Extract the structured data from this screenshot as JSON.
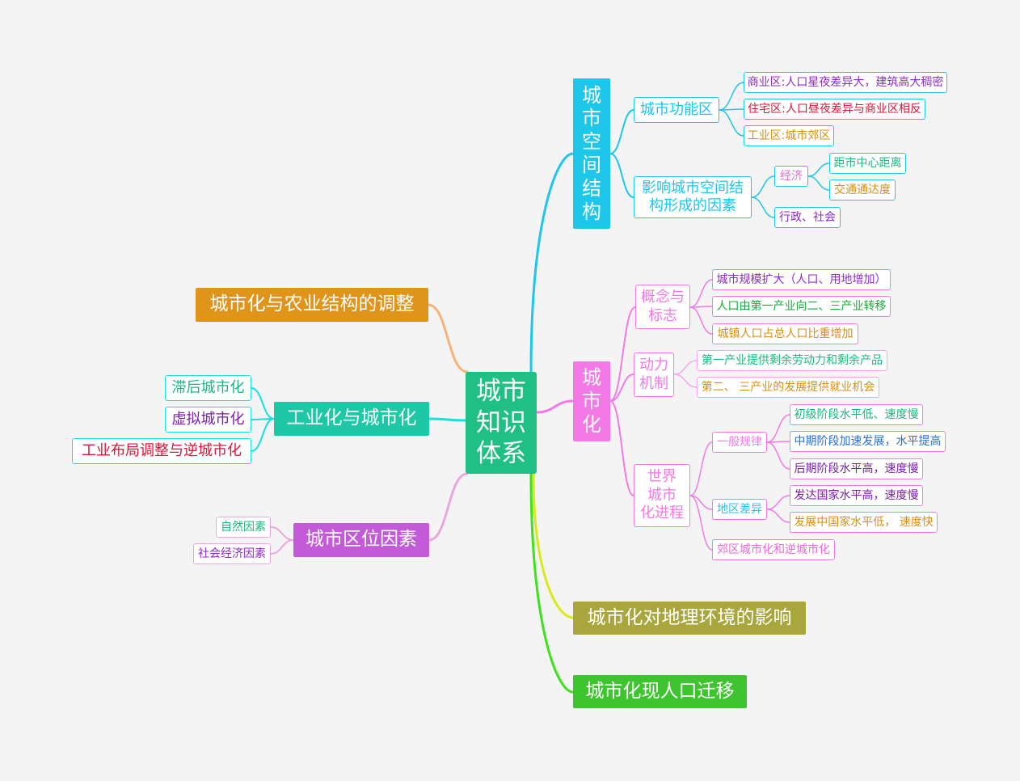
{
  "root": {
    "label": "城市\n知识\n体系",
    "color": "#1fbf86"
  },
  "spatial": {
    "label": "城市\n空间\n结构",
    "color": "#1ec6ea",
    "function_zone": {
      "label": "城市功能区",
      "color": "#1ec6ea",
      "commercial": {
        "label": "商业区:人口星夜差异大，建筑高大稠密",
        "color": "#8e2cc8"
      },
      "residential": {
        "label": "住宅区:人口昼夜差异与商业区相反",
        "color": "#d6183b"
      },
      "industrial": {
        "label": "工业区:城市郊区",
        "color": "#d98f10"
      }
    },
    "factors": {
      "label": "影响城市空间结构形成的因素",
      "color": "#1ec6ea",
      "economy": {
        "label": "经济",
        "color": "#e86ad6",
        "distance": {
          "label": "距市中心距离",
          "color": "#1ab87e"
        },
        "traffic": {
          "label": "交通通达度",
          "color": "#d98f10"
        }
      },
      "admin": {
        "label": "行政、社会",
        "color": "#8e2cc8"
      }
    }
  },
  "urbanization": {
    "label": "城\n市\n化",
    "color": "#f279e6",
    "concept": {
      "label": "概念与\n标志",
      "color": "#f279e6",
      "items": [
        {
          "label": "城市规模扩大（人口、用地增加）",
          "color": "#8e2cc8"
        },
        {
          "label": "人口由第一产业向二、三产业转移",
          "color": "#1aa83a"
        },
        {
          "label": "城镇人口占总人口比重增加",
          "color": "#d98f10"
        }
      ]
    },
    "mechanism": {
      "label": "动力\n机制",
      "color": "#f279e6",
      "items": [
        {
          "label": "第一产业提供剩余劳动力和剩余产品",
          "color": "#1ab87e"
        },
        {
          "label": "第二、 三产业的发展提供就业机会",
          "color": "#d98f10"
        }
      ]
    },
    "world": {
      "label": "世界\n城市\n化进程",
      "color": "#f279e6",
      "general": {
        "label": "一般规律",
        "color": "#f279e6",
        "items": [
          {
            "label": "初级阶段水平低、速度慢",
            "color": "#1ab87e"
          },
          {
            "label": "中期阶段加速发展，水平提高",
            "color": "#2a6fd6"
          },
          {
            "label": "后期阶段水平高，速度慢",
            "color": "#7a1fa8"
          }
        ]
      },
      "regional": {
        "label": "地区差异",
        "color": "#1ec6ea",
        "items": [
          {
            "label": "发达国家水平高，速度慢",
            "color": "#7a1fa8"
          },
          {
            "label": "发展中国家水平低， 速度快",
            "color": "#d98f10"
          }
        ]
      },
      "suburban": {
        "label": "郊区城市化和逆城市化",
        "color": "#e86ad6"
      }
    }
  },
  "environment": {
    "label": "城市化对地理环境的影响",
    "color": "#a8a63c"
  },
  "migration": {
    "label": "城市化现人口迁移",
    "color": "#3ec42e"
  },
  "agriculture": {
    "label": "城市化与农业结构的调整",
    "color": "#e0941a"
  },
  "industrialization": {
    "label": "工业化与城市化",
    "color": "#1ec8a6",
    "items": [
      {
        "label": "滞后城市化",
        "color": "#1ab87e"
      },
      {
        "label": "虚拟城市化",
        "color": "#7a1fa8"
      },
      {
        "label": "工业布局调整与逆城市化",
        "color": "#d6183b"
      }
    ]
  },
  "location": {
    "label": "城市区位因素",
    "color": "#c35bd8",
    "items": [
      {
        "label": "自然因素",
        "color": "#1ab87e"
      },
      {
        "label": "社会经济因素",
        "color": "#8e2cc8"
      }
    ]
  },
  "link_colors": {
    "spatial": "#1ec6ea",
    "urbanization": "#f279e6",
    "environment": "#d8ea1a",
    "migration": "#3ee21a",
    "agriculture": "#f6b27a",
    "industrialization": "#18e0e0",
    "location": "#e8a8da",
    "mechanism": "#f9a6ec",
    "leaf": "#1ec6ea"
  }
}
